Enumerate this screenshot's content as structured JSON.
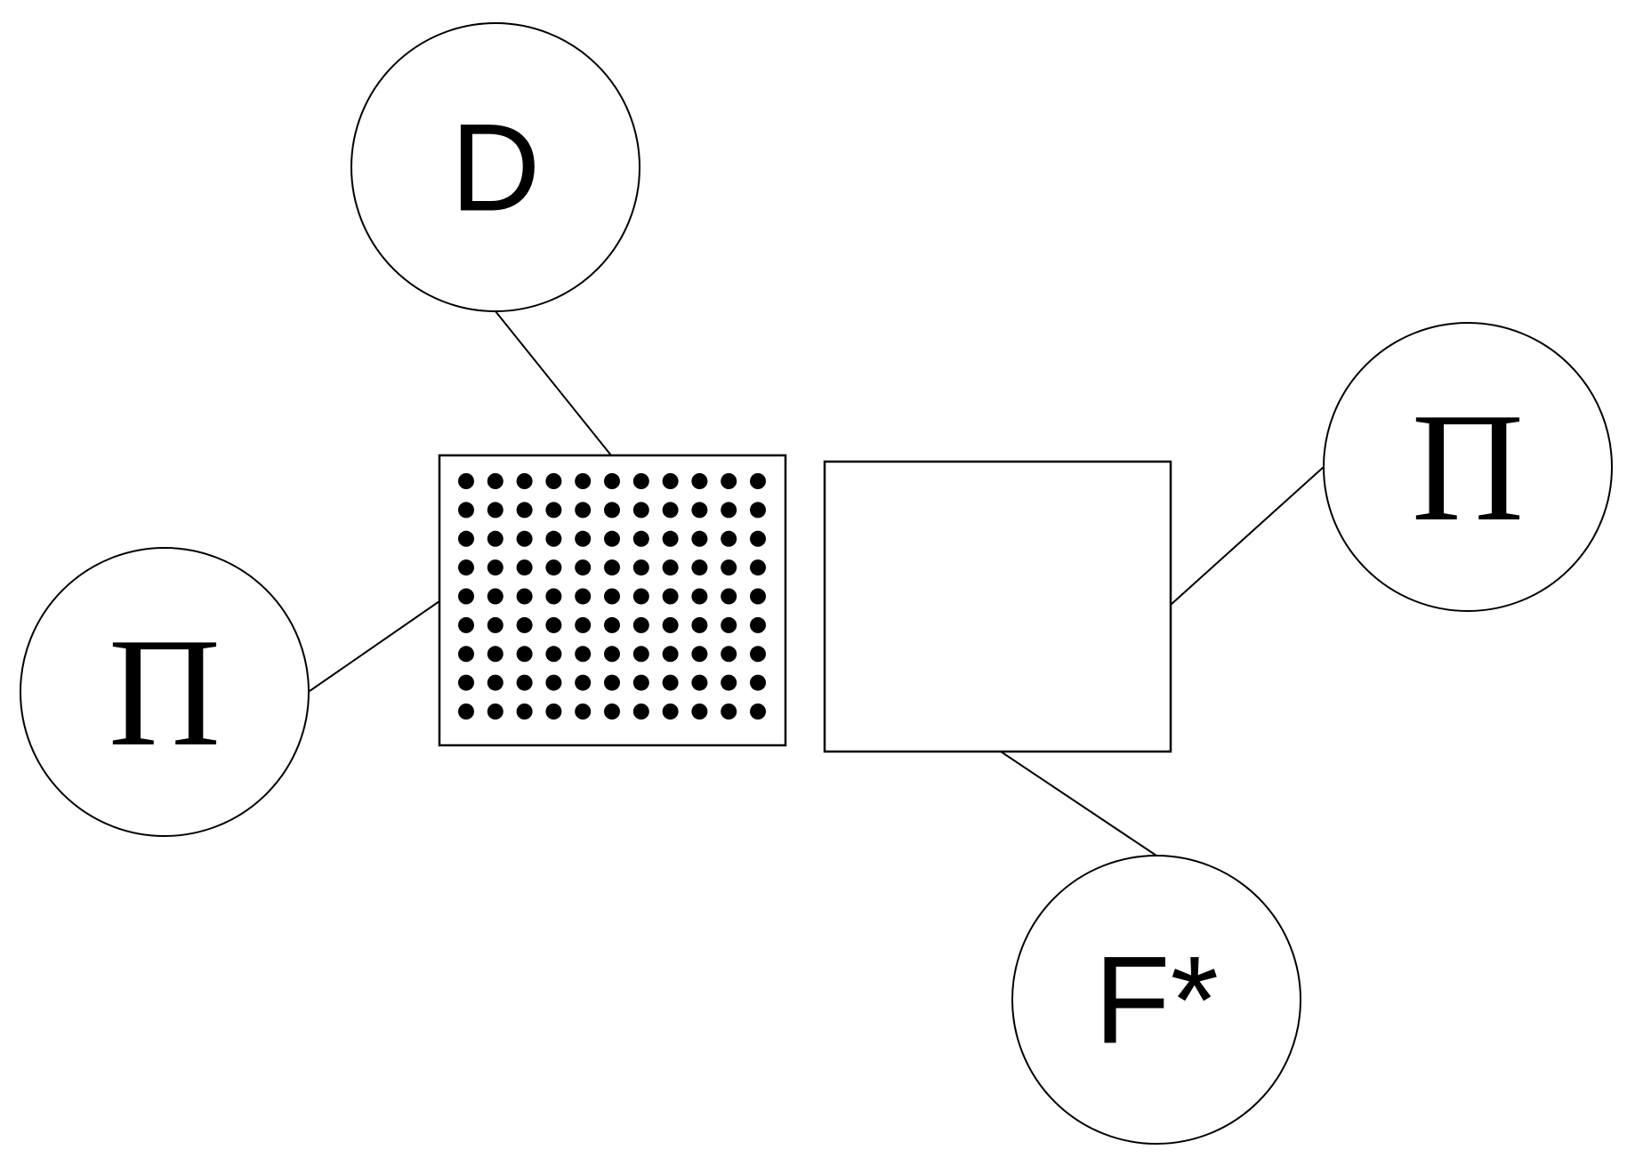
{
  "nodes": {
    "d": {
      "label": "D"
    },
    "pi_left": {
      "label": "Π"
    },
    "pi_right": {
      "label": "Π"
    },
    "f_star": {
      "label": "F*"
    }
  },
  "factors": {
    "dotted": {
      "fill_pattern": "dots",
      "dot_rows": 9,
      "dot_cols": 11
    },
    "empty": {
      "fill_pattern": "none"
    }
  },
  "colors": {
    "stroke": "#000000",
    "background": "#ffffff"
  }
}
